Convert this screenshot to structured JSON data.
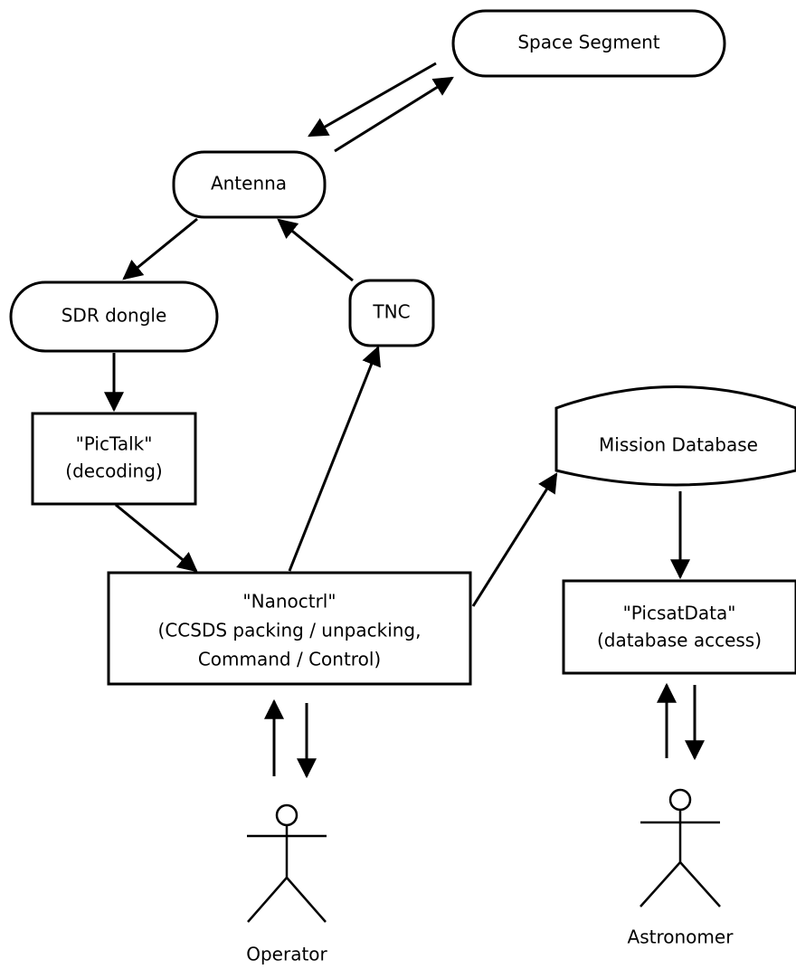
{
  "nodes": {
    "space_segment": "Space Segment",
    "antenna": "Antenna",
    "sdr_dongle": "SDR dongle",
    "tnc": "TNC",
    "pictalk": [
      "\"PicTalk\"",
      "(decoding)"
    ],
    "mission_database": "Mission Database",
    "nanoctrl": [
      "\"Nanoctrl\"",
      "(CCSDS packing / unpacking,",
      "Command / Control)"
    ],
    "picsatdata": [
      "\"PicsatData\"",
      "(database access)"
    ]
  },
  "actors": {
    "operator": "Operator",
    "astronomer": "Astronomer"
  }
}
